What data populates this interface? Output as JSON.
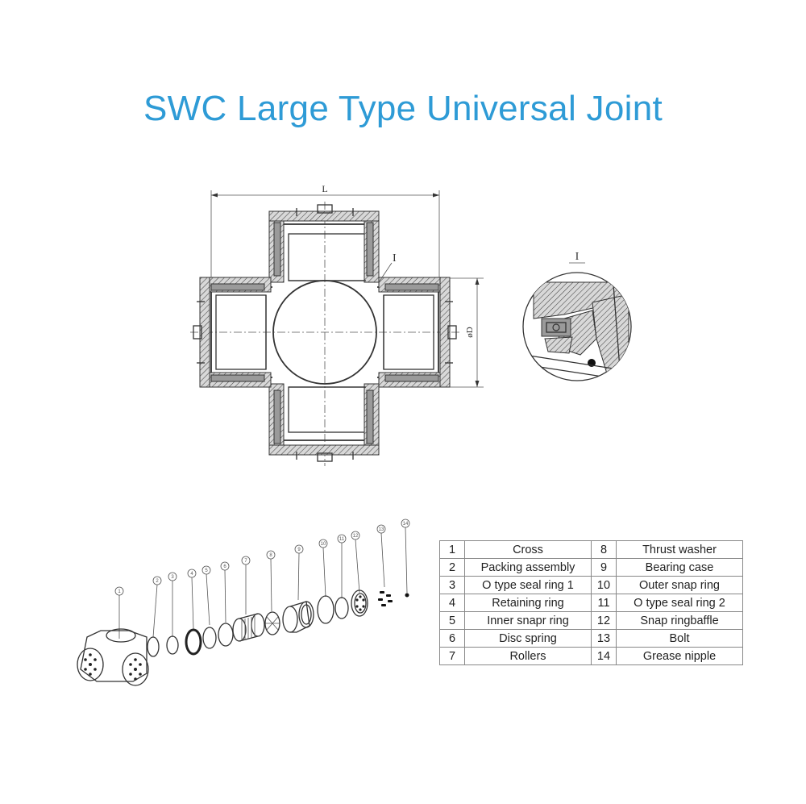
{
  "title": "SWC Large Type Universal Joint",
  "colors": {
    "title": "#2e9bd6",
    "line": "#333333",
    "table_border": "#888888"
  },
  "drawing": {
    "length_label": "L",
    "diameter_label": "øD",
    "detail_callout": "I",
    "detail_title": "I"
  },
  "exploded_callouts": [
    "1",
    "2",
    "3",
    "4",
    "5",
    "6",
    "7",
    "8",
    "9",
    "10",
    "11",
    "12",
    "13",
    "14"
  ],
  "parts_table": {
    "rows": [
      {
        "left_no": "1",
        "left_name": "Cross",
        "right_no": "8",
        "right_name": "Thrust washer"
      },
      {
        "left_no": "2",
        "left_name": "Packing assembly",
        "right_no": "9",
        "right_name": "Bearing case"
      },
      {
        "left_no": "3",
        "left_name": "O type seal ring 1",
        "right_no": "10",
        "right_name": "Outer snap ring"
      },
      {
        "left_no": "4",
        "left_name": "Retaining ring",
        "right_no": "11",
        "right_name": "O type seal ring 2"
      },
      {
        "left_no": "5",
        "left_name": "Inner snapr ring",
        "right_no": "12",
        "right_name": "Snap ringbaffle"
      },
      {
        "left_no": "6",
        "left_name": "Disc spring",
        "right_no": "13",
        "right_name": "Bolt"
      },
      {
        "left_no": "7",
        "left_name": "Rollers",
        "right_no": "14",
        "right_name": "Grease nipple"
      }
    ]
  }
}
